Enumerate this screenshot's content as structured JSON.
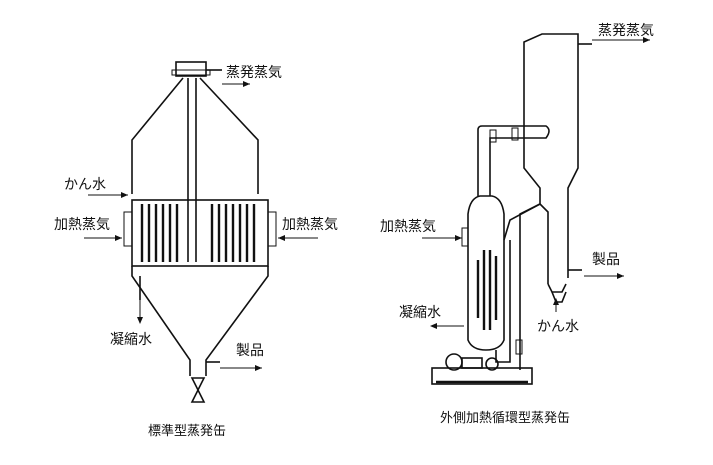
{
  "left_evaporator": {
    "caption": "標準型蒸発缶",
    "labels": {
      "vapor_out": "蒸発蒸気",
      "feed_water": "かん水",
      "heating_steam_left": "加熱蒸気",
      "heating_steam_right": "加熱蒸気",
      "condensate": "凝縮水",
      "product": "製品"
    }
  },
  "right_evaporator": {
    "caption": "外側加熱循環型蒸発缶",
    "labels": {
      "vapor_out": "蒸発蒸気",
      "heating_steam": "加熱蒸気",
      "product": "製品",
      "condensate": "凝縮水",
      "feed_water": "かん水"
    }
  }
}
